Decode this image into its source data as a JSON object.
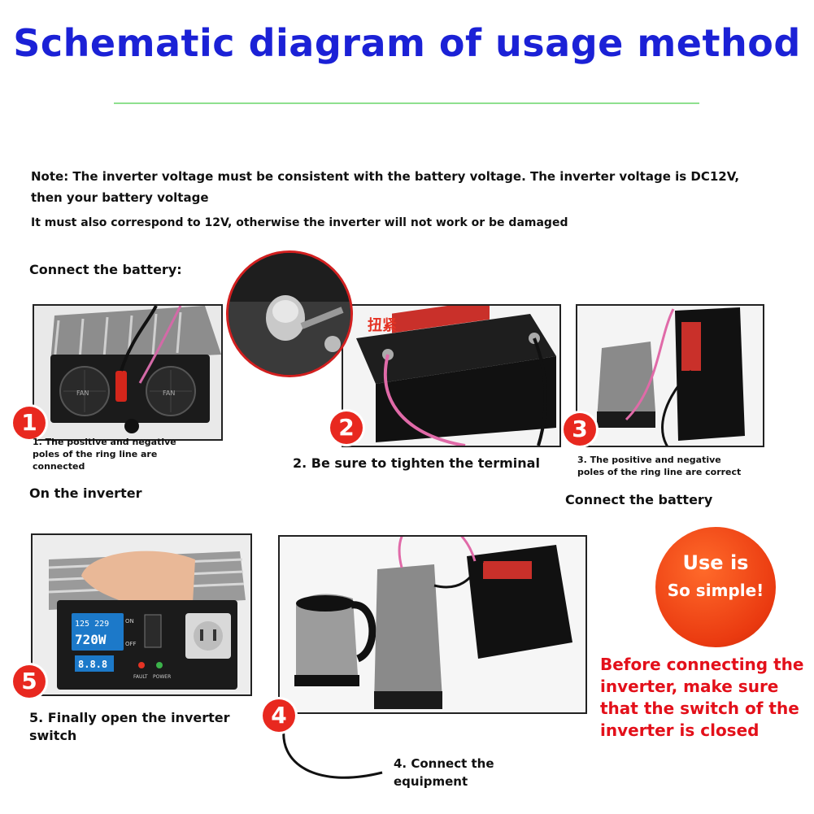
{
  "title": "Schematic diagram of usage method",
  "note": {
    "line1": "Note: The inverter voltage must be consistent with the battery voltage. The inverter voltage is DC12V,",
    "line2": "then your battery voltage",
    "line3": "It must also correspond to 12V, otherwise the inverter will not work or be damaged"
  },
  "connect_battery_heading": "Connect the battery:",
  "steps": {
    "s1": {
      "num": "1",
      "caption": "1. The positive and negative poles of the ring line are connected",
      "label": "On the inverter"
    },
    "s2": {
      "num": "2",
      "caption": "2. Be sure to tighten the terminal",
      "photo_text": "扭紧"
    },
    "s3": {
      "num": "3",
      "caption": "3. The positive and negative poles of the ring line are correct",
      "label": "Connect the battery"
    },
    "s4": {
      "num": "4",
      "caption": "4. Connect the equipment"
    },
    "s5": {
      "num": "5",
      "caption": "5. Finally open the inverter switch"
    }
  },
  "inverter_photo": {
    "fan_left": "FAN",
    "fan_right": "FAN",
    "display_top": "125 229",
    "display_mid": "720W",
    "display_bottom": "8.8.8",
    "switch_on": "ON",
    "switch_off": "OFF",
    "led_fault": "FAULT",
    "led_power": "POWER"
  },
  "badge_simple": {
    "line1": "Use is",
    "line2": "So simple",
    "mark": "!"
  },
  "warning": "Before connecting the inverter, make sure that the switch of the inverter is closed",
  "colors": {
    "title": "#1b21d6",
    "badge": "#e8281f",
    "warning": "#e3101a",
    "cable_pink": "#e06aa8",
    "rule": "#8ee08e"
  }
}
